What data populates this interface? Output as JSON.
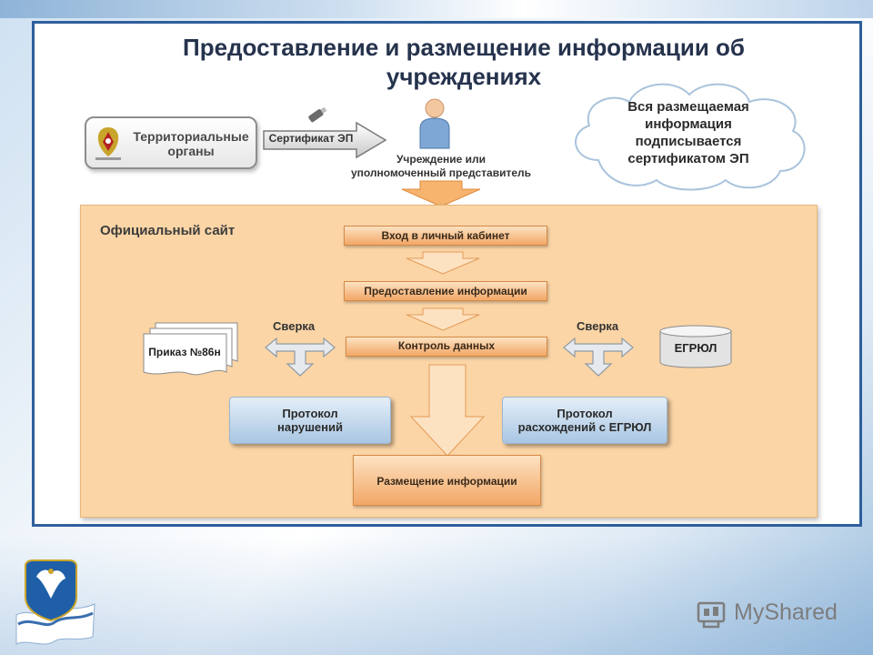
{
  "slide": {
    "title_line1": "Предоставление и размещение информации об",
    "title_line2": "учреждениях"
  },
  "territorial": {
    "label_line1": "Территориальные",
    "label_line2": "органы"
  },
  "certificate_label": "Сертификат ЭП",
  "person_caption": {
    "line1": "Учреждение или",
    "line2": "уполномоченный представитель"
  },
  "cloud": {
    "line1": "Вся размещаемая",
    "line2": "информация",
    "line3": "подписывается",
    "line4": "сертификатом ЭП"
  },
  "site": {
    "title": "Официальный сайт",
    "steps": [
      "Вход в личный кабинет",
      "Предоставление информации",
      "Контроль данных",
      "Размещение информации"
    ],
    "sverka_left": "Сверка",
    "sverka_right": "Сверка",
    "doc_label": "Приказ №86н",
    "db_label": "ЕГРЮЛ",
    "protocol_left": {
      "line1": "Протокол",
      "line2": "нарушений"
    },
    "protocol_right": {
      "line1": "Протокол",
      "line2": "расхождений с ЕГРЮЛ"
    }
  },
  "watermark": "MyShared",
  "colors": {
    "frame": "#2f5f9c",
    "site_bg": "#fbd5a6",
    "step_fill": "#f2a766",
    "protocol_fill": "#a9c6e3",
    "arrow_fill": "#f6b46f"
  }
}
